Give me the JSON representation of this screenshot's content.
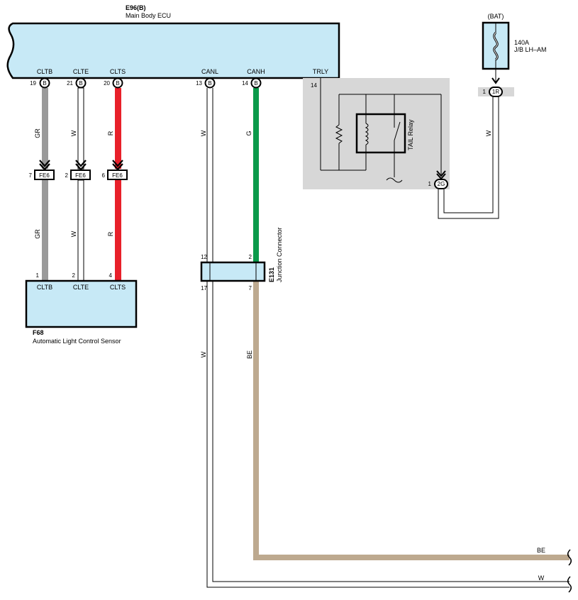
{
  "ecu": {
    "code": "E96(B)",
    "name": "Main Body ECU",
    "terminals": [
      {
        "id": "cltb",
        "name": "CLTB",
        "pin": "19",
        "conn": "B"
      },
      {
        "id": "clte",
        "name": "CLTE",
        "pin": "21",
        "conn": "B"
      },
      {
        "id": "clts",
        "name": "CLTS",
        "pin": "20",
        "conn": "B"
      },
      {
        "id": "canl",
        "name": "CANL",
        "pin": "13",
        "conn": "B"
      },
      {
        "id": "canh",
        "name": "CANH",
        "pin": "14",
        "conn": "B"
      },
      {
        "id": "trly",
        "name": "TRLY",
        "pin": "14"
      }
    ]
  },
  "wires": {
    "cltb": {
      "label": "GR",
      "color": "#9a9a9a"
    },
    "clte": {
      "label": "W",
      "color": "#ffffff"
    },
    "clts": {
      "label": "R",
      "color": "#e8202a"
    },
    "canl": {
      "label": "W",
      "color": "#ffffff"
    },
    "canh": {
      "label": "G",
      "color": "#0a9a4a"
    },
    "be": {
      "label": "BE",
      "color": "#bda98f"
    },
    "bat": {
      "label": "W",
      "color": "#ffffff"
    }
  },
  "fe6": {
    "name": "FE6",
    "pins": [
      "7",
      "2",
      "6"
    ]
  },
  "sensor": {
    "code": "F68",
    "name": "Automatic Light Control Sensor",
    "terminals": [
      {
        "name": "CLTB",
        "pin": "1"
      },
      {
        "name": "CLTE",
        "pin": "2"
      },
      {
        "name": "CLTS",
        "pin": "4"
      }
    ]
  },
  "junction": {
    "code": "E131",
    "name": "Junction Connector",
    "pins": {
      "top_left": "12",
      "top_right": "2",
      "bottom_left": "17",
      "bottom_right": "7"
    }
  },
  "relay": {
    "name": "TAIL Relay",
    "pin_2g": "1",
    "conn_2g": "2G"
  },
  "fuse": {
    "source": "(BAT)",
    "rating": "140A",
    "name": "J/B LH–AM",
    "pin": "1",
    "conn": "1R"
  },
  "right_labels": {
    "be": "BE",
    "w": "W"
  },
  "colors": {
    "box_fill": "#c7e9f6",
    "relay_bg": "#d7d7d7",
    "outline": "#000000"
  }
}
